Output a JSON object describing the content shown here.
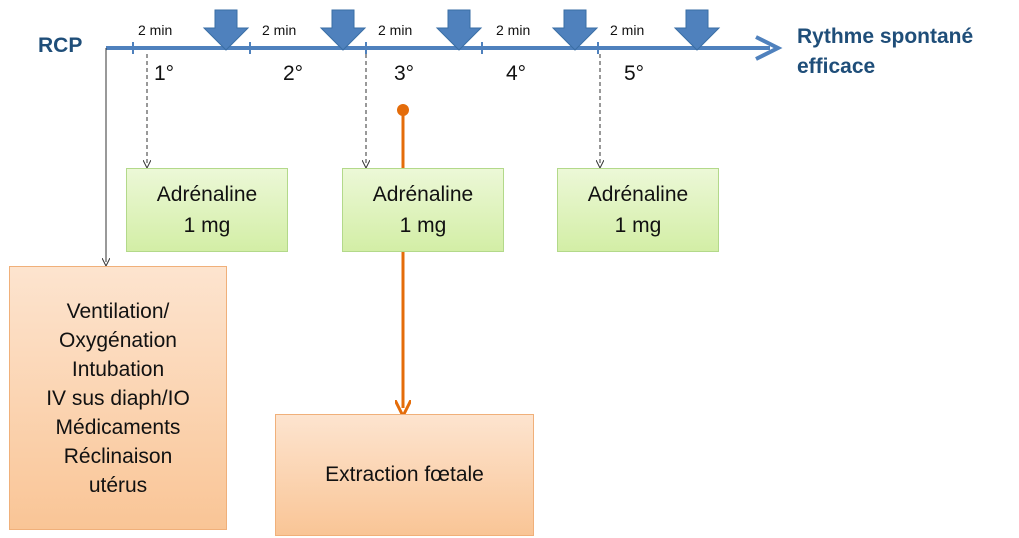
{
  "timeline": {
    "start_label": "RCP",
    "end_label_line1": "Rythme spontané",
    "end_label_line2": "efficace",
    "intervals": [
      "2 min",
      "2 min",
      "2 min",
      "2 min",
      "2 min"
    ],
    "cycles": [
      "1°",
      "2°",
      "3°",
      "4°",
      "5°"
    ]
  },
  "drug_boxes": [
    {
      "line1": "Adrénaline",
      "line2": "1 mg"
    },
    {
      "line1": "Adrénaline",
      "line2": "1 mg"
    },
    {
      "line1": "Adrénaline",
      "line2": "1 mg"
    }
  ],
  "ventilation_box": {
    "lines": [
      "Ventilation/",
      "Oxygénation",
      "Intubation",
      "IV sus diaph/IO",
      "Médicaments",
      "Réclinaison",
      "utérus"
    ]
  },
  "extraction_box": {
    "label": "Extraction fœtale"
  },
  "colors": {
    "timeline_blue": "#4f81bd",
    "label_navy": "#1f4e79",
    "drug_green": "#d7f0b0",
    "action_orange": "#f9c596",
    "extraction_arrow": "#e46c0a"
  },
  "icons": {
    "shock_marker": "down-arrow-icon"
  }
}
